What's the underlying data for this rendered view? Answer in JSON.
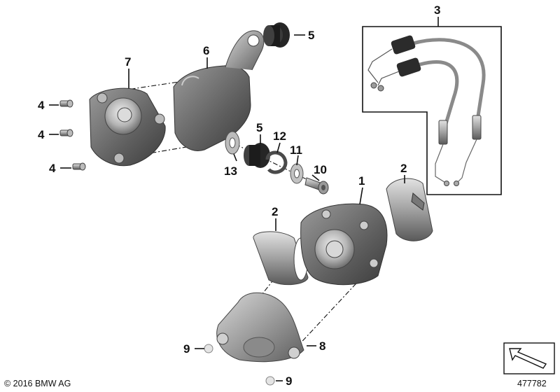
{
  "callouts": {
    "c1": "1",
    "c2a": "2",
    "c2b": "2",
    "c3": "3",
    "c4a": "4",
    "c4b": "4",
    "c4c": "4",
    "c5a": "5",
    "c5b": "5",
    "c6": "6",
    "c7": "7",
    "c8": "8",
    "c9a": "9",
    "c9b": "9",
    "c10": "10",
    "c11": "11",
    "c12": "12",
    "c13": "13"
  },
  "footer": {
    "copyright": "© 2016 BMW AG",
    "diagram_id": "477782"
  },
  "colors": {
    "metal_dark": "#6e6e6e",
    "metal_mid": "#9a9a9a",
    "metal_light": "#c8c8c8",
    "rubber": "#262626",
    "ink": "#111111"
  }
}
